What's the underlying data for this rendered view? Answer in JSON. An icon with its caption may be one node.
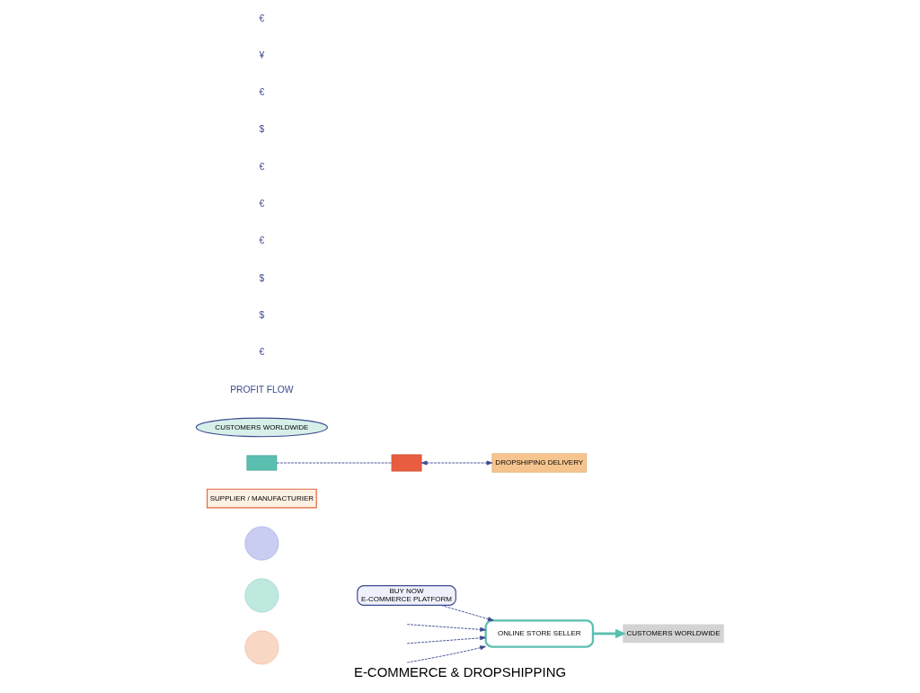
{
  "diagram": {
    "title": "E-COMMERCE & DROPSHIPPING",
    "nodes": [
      {
        "text": [],
        "shape": "circle"
      },
      {
        "text": [],
        "shape": "circle"
      },
      {
        "text": [],
        "shape": "circle"
      },
      {
        "text": [
          "BUY NOW",
          "E-COMMERCE PLATFORM"
        ]
      },
      {
        "text": [
          "ONLINE STORE SELLER"
        ]
      },
      {
        "text": [
          "CUSTOMERS WORLDWIDE"
        ]
      },
      {
        "text": [
          "SUPPLIER / MANUFACTURIER"
        ]
      },
      {
        "text": [],
        "shape": "box"
      },
      {
        "text": [],
        "shape": "box"
      },
      {
        "text": [
          "DROPSHIPING DELIVERY"
        ]
      },
      {
        "text": [
          "CUSTOMERS WORLDWIDE"
        ]
      }
    ],
    "edges": [
      {
        "from": 3,
        "to": 4,
        "arrow": "to",
        "style": "dashed"
      },
      {
        "from": null,
        "to": 4,
        "arrow": "to",
        "style": "dashed"
      },
      {
        "from": null,
        "to": 4,
        "arrow": "to",
        "style": "dashed"
      },
      {
        "from": null,
        "to": 4,
        "arrow": "to",
        "style": "dashed"
      },
      {
        "from": 4,
        "to": 5,
        "arrow": "to",
        "style": "thick",
        "color": "#5bbfb0"
      },
      {
        "from": 7,
        "to": 8,
        "arrow": "none",
        "style": "dashed"
      },
      {
        "from": 8,
        "to": 9,
        "arrow": "both",
        "style": "dashed"
      }
    ],
    "labels": [
      "€",
      "¥",
      "€",
      "$",
      "€",
      "€",
      "€",
      "$",
      "$",
      "€",
      "PROFIT FLOW"
    ]
  }
}
